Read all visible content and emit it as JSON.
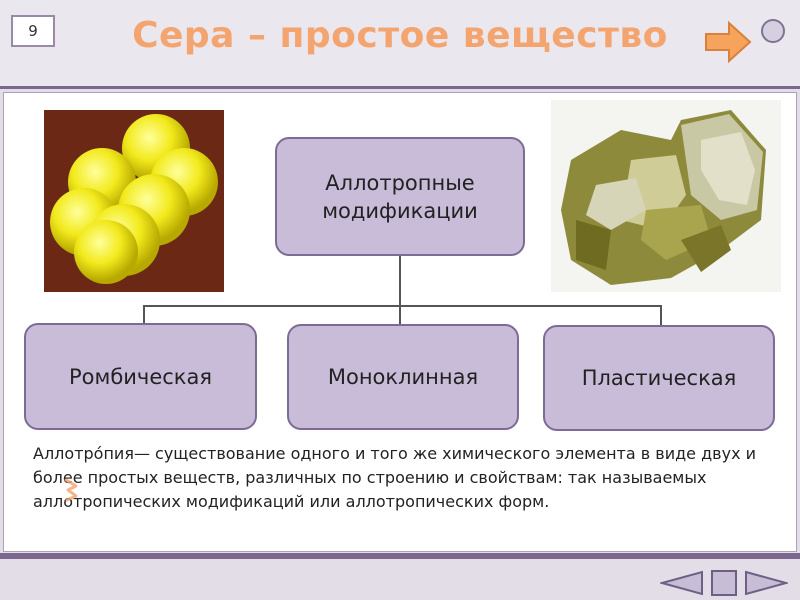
{
  "header": {
    "slide_number": "9",
    "title": "Сера – простое вещество"
  },
  "diagram": {
    "root": "Аллотропные модификации",
    "branches": [
      {
        "label": "Ромбическая"
      },
      {
        "label": "Моноклинная"
      },
      {
        "label": "Пластическая"
      }
    ]
  },
  "definition": "Аллотро́пия— существование одного и того же химического элемента в виде двух и более простых веществ, различных по строению и свойствам: так называемых аллотропических модификаций или аллотропических форм.",
  "icons": {
    "next_arrow": "arrow-right-icon",
    "menu_circle": "circle-icon",
    "nav_prev": "triangle-left-icon",
    "nav_home": "square-icon",
    "nav_next": "triangle-right-icon"
  },
  "colors": {
    "title": "#f4a46e",
    "box_fill": "#c9bcd9",
    "box_border": "#7d6b96",
    "accent_bar": "#7b6790"
  }
}
